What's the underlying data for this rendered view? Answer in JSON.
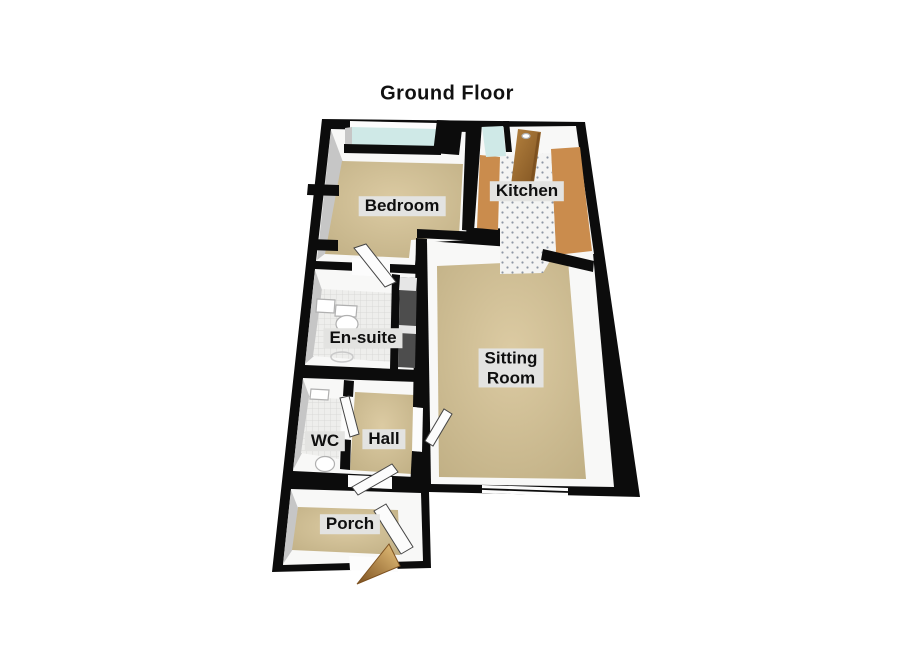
{
  "title": "Ground Floor",
  "rooms": [
    {
      "id": "bedroom",
      "label": "Bedroom"
    },
    {
      "id": "kitchen",
      "label": "Kitchen"
    },
    {
      "id": "en-suite",
      "label": "En-suite"
    },
    {
      "id": "sitting-room",
      "label": "Sitting\nRoom"
    },
    {
      "id": "wc",
      "label": "WC"
    },
    {
      "id": "hall",
      "label": "Hall"
    },
    {
      "id": "porch",
      "label": "Porch"
    }
  ],
  "colors": {
    "bg": "#ffffff",
    "wall": "#0c0c0c",
    "wallface": "#f8f8f7",
    "wallshade": "#c6c6c6",
    "carpet1": "#dccba3",
    "carpet2": "#bfae83",
    "tile": "#f4f4f3",
    "tileDot": "#8d95a3",
    "bathTile": "#eeeeec",
    "bathTileLine": "#d9d9d7",
    "glass": "#cfe9e7",
    "counter": "#ca8c4d",
    "wood1": "#b5823f",
    "wood2": "#7d5120",
    "wedge1": "#e8c37c",
    "doorLeaf": "#fcfcfc",
    "leafEdge": "#454545",
    "dark": "#4d4d4d",
    "fixture": "#ffffff",
    "fixtureEdge": "#b0b0b0",
    "labelBg": "#e3e3e1",
    "labelText": "#0f0f0f"
  }
}
